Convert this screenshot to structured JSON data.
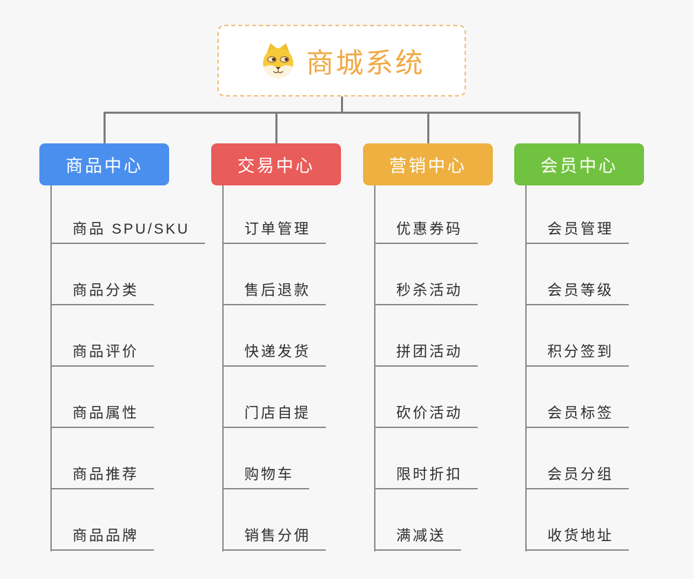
{
  "root": {
    "title": "商城系统",
    "icon": "dog-face-icon",
    "accent_color": "#f0a944",
    "border_color": "#edc07c"
  },
  "branches": [
    {
      "label": "商品中心",
      "color": "#4a8fee",
      "items": [
        "商品 SPU/SKU",
        "商品分类",
        "商品评价",
        "商品属性",
        "商品推荐",
        "商品品牌"
      ]
    },
    {
      "label": "交易中心",
      "color": "#e85c5a",
      "items": [
        "订单管理",
        "售后退款",
        "快递发货",
        "门店自提",
        "购物车",
        "销售分佣"
      ]
    },
    {
      "label": "营销中心",
      "color": "#eeb041",
      "items": [
        "优惠券码",
        "秒杀活动",
        "拼团活动",
        "砍价活动",
        "限时折扣",
        "满减送"
      ]
    },
    {
      "label": "会员中心",
      "color": "#72c241",
      "items": [
        "会员管理",
        "会员等级",
        "积分签到",
        "会员标签",
        "会员分组",
        "收货地址"
      ]
    }
  ]
}
